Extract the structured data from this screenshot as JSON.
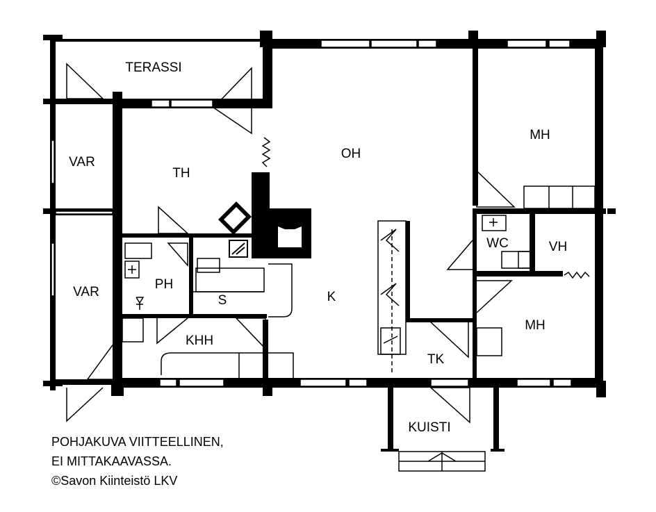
{
  "rooms": {
    "terassi": "TERASSI",
    "var_top": "VAR",
    "var_bottom": "VAR",
    "th": "TH",
    "oh": "OH",
    "mh_top": "MH",
    "mh_bottom": "MH",
    "wc": "WC",
    "vh": "VH",
    "ph": "PH",
    "s": "S",
    "k": "K",
    "khh": "KHH",
    "tk": "TK",
    "kuisti": "KUISTI"
  },
  "notes": {
    "line1": "POHJAKUVA VIITTEELLINEN,",
    "line2": "EI MITTAKAAVASSA.",
    "line3": "©Savon Kiinteistö LKV"
  },
  "colors": {
    "wall": "#000000",
    "background": "#ffffff"
  }
}
